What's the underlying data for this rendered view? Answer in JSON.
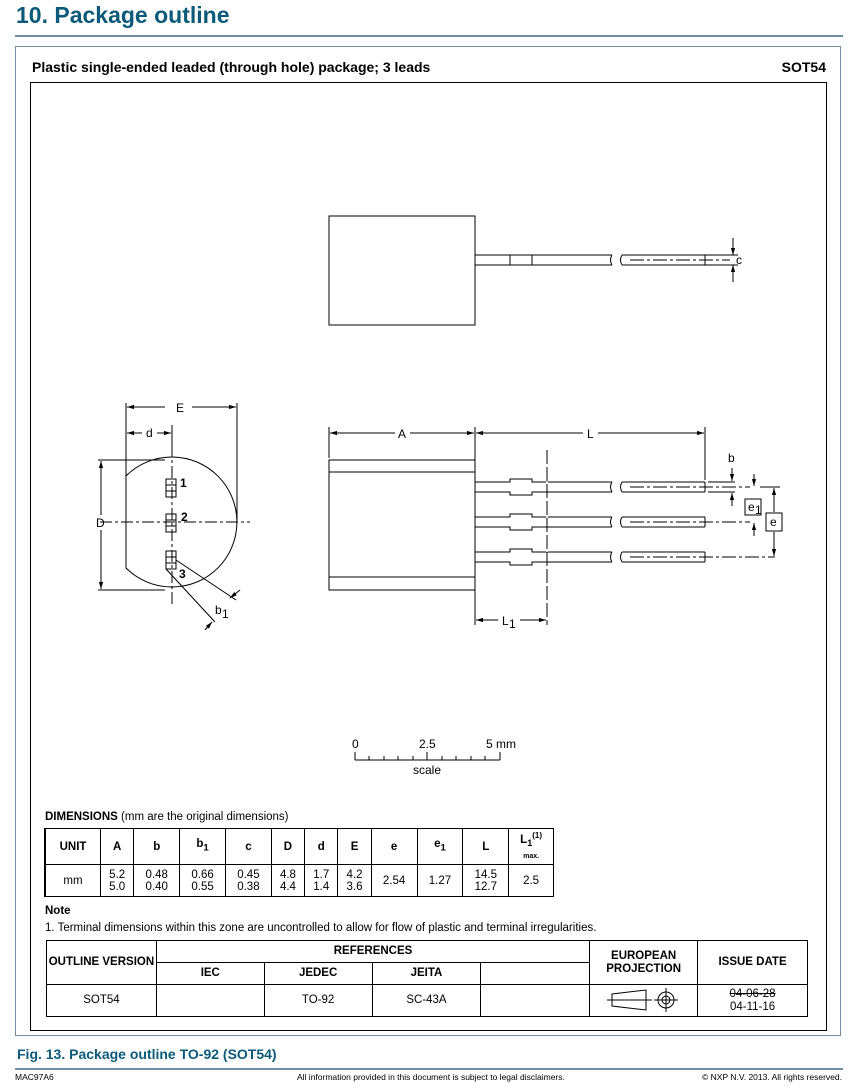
{
  "section_title": "10. Package outline",
  "package": {
    "description": "Plastic single-ended leaded (through hole) package; 3 leads",
    "code": "SOT54"
  },
  "drawing_labels": {
    "c": "c",
    "E": "E",
    "d": "d",
    "D": "D",
    "A": "A",
    "L": "L",
    "b": "b",
    "b1": "b",
    "b1_sub": "1",
    "e": "e",
    "e1": "e",
    "e1_sub": "1",
    "L1": "L",
    "L1_sub": "1",
    "pin1": "1",
    "pin2": "2",
    "pin3": "3"
  },
  "scale": {
    "zero": "0",
    "mid": "2.5",
    "max": "5 mm",
    "label": "scale"
  },
  "dimensions": {
    "title": "DIMENSIONS",
    "subtitle": "(mm are the original dimensions)",
    "headers": [
      "UNIT",
      "A",
      "b",
      "b",
      "c",
      "D",
      "d",
      "E",
      "e",
      "e",
      "L",
      "L"
    ],
    "header_subs": {
      "b1": "1",
      "e1": "1",
      "L1": "1",
      "L1_note": "(1)",
      "L1_max": "max."
    },
    "row": {
      "unit": "mm",
      "values": [
        [
          "5.2",
          "5.0"
        ],
        [
          "0.48",
          "0.40"
        ],
        [
          "0.66",
          "0.55"
        ],
        [
          "0.45",
          "0.38"
        ],
        [
          "4.8",
          "4.4"
        ],
        [
          "1.7",
          "1.4"
        ],
        [
          "4.2",
          "3.6"
        ],
        [
          "2.54"
        ],
        [
          "1.27"
        ],
        [
          "14.5",
          "12.7"
        ],
        [
          "2.5"
        ]
      ]
    }
  },
  "note": {
    "heading": "Note",
    "text": "1. Terminal dimensions within this zone are uncontrolled to allow for flow of plastic and terminal irregularities."
  },
  "references": {
    "outline_version_header": "OUTLINE VERSION",
    "references_header": "REFERENCES",
    "iec_header": "IEC",
    "jedec_header": "JEDEC",
    "jeita_header": "JEITA",
    "projection_header": "EUROPEAN PROJECTION",
    "issue_date_header": "ISSUE DATE",
    "outline_version": "SOT54",
    "iec": "",
    "jedec": "TO-92",
    "jeita": "SC-43A",
    "issue_date_old": "04-06-28",
    "issue_date": "04-11-16"
  },
  "figure_caption": "Fig. 13.  Package outline TO-92 (SOT54)",
  "footer": {
    "left": "MAC97A6",
    "center": "All information provided in this document is subject to legal disclaimers.",
    "right": "© NXP N.V. 2013. All rights reserved."
  }
}
